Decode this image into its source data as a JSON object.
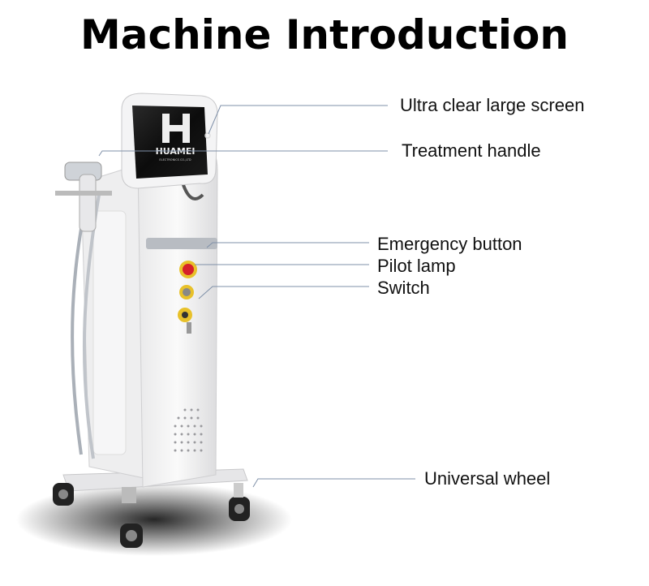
{
  "title": "Machine Introduction",
  "logo": {
    "brand": "HUAMEI",
    "subtitle": "ELECTRONICS CO.,LTD"
  },
  "callouts": [
    {
      "label": "Ultra clear large screen"
    },
    {
      "label": "Treatment handle"
    },
    {
      "label": "Emergency button"
    },
    {
      "label": "Pilot lamp"
    },
    {
      "label": "Switch"
    },
    {
      "label": "Universal wheel"
    }
  ],
  "colors": {
    "line": "#7f90a8",
    "emergency": "#d6212a",
    "knob": "#e8c12a",
    "screen": "#111111"
  }
}
